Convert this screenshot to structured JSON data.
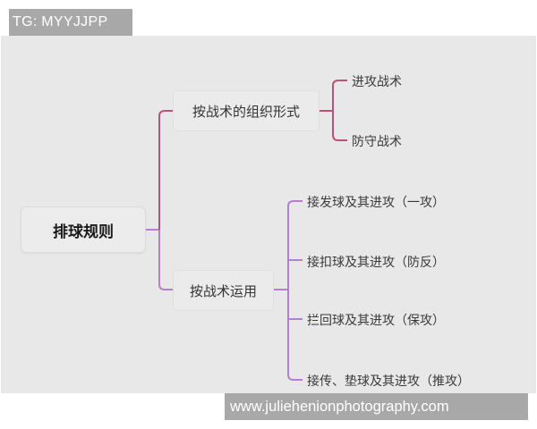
{
  "header": {
    "tag_label": "TG: MYYJJPP"
  },
  "mindmap": {
    "root": {
      "label": "排球规则"
    },
    "branches": [
      {
        "label": "按战术的组织形式",
        "color": "#c0507a",
        "children": [
          {
            "label": "进攻战术"
          },
          {
            "label": "防守战术"
          }
        ]
      },
      {
        "label": "按战术运用",
        "color": "#b57fcf",
        "children": [
          {
            "label": "接发球及其进攻（一攻）"
          },
          {
            "label": "接扣球及其进攻（防反）"
          },
          {
            "label": "拦回球及其进攻（保攻）"
          },
          {
            "label": "接传、垫球及其进攻（推攻）"
          }
        ]
      }
    ]
  },
  "footer": {
    "watermark": "www.juliehenionphotography.com"
  },
  "colors": {
    "canvas_bg": "#e8e8e8",
    "branch1_line": "#c0507a",
    "branch2_line": "#b57fcf",
    "label_bg": "#a8a8a8"
  }
}
